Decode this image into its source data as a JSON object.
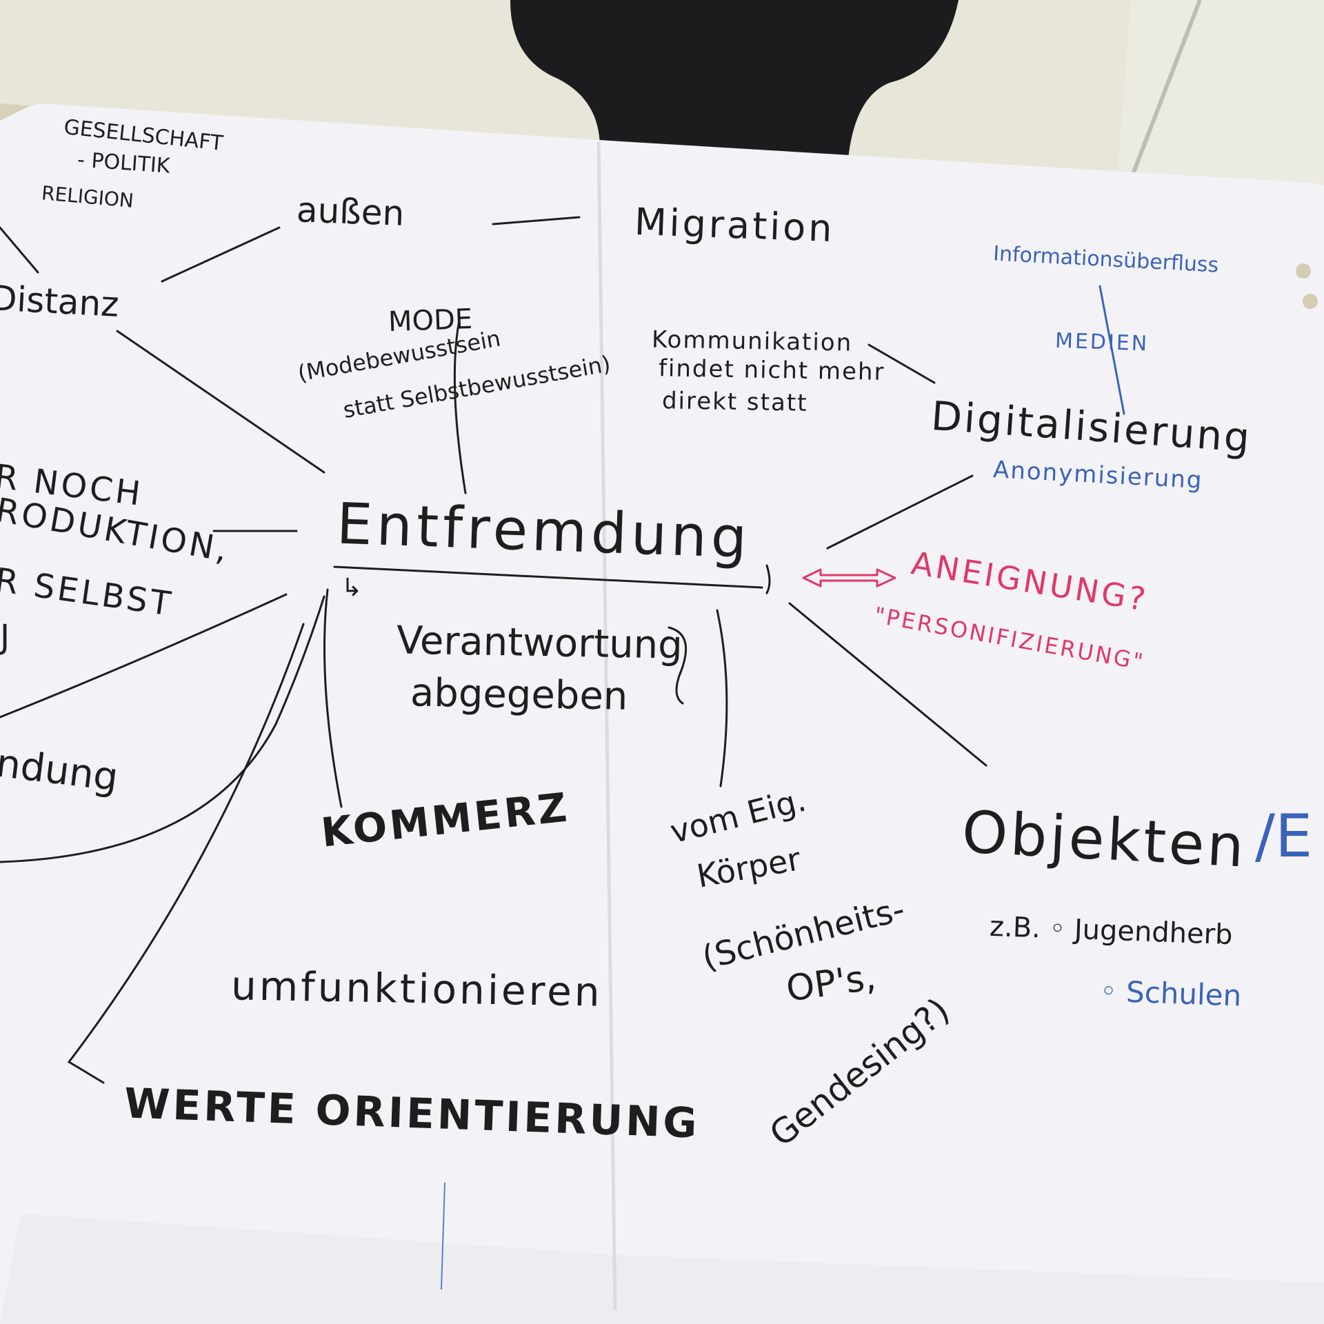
{
  "colors": {
    "ink": "#1e1e1e",
    "blue_marker": "#3a63b8",
    "red_marker": "#e0386a",
    "paper": "#f3f2f6",
    "table": "#d8cfb8"
  },
  "mindmap": {
    "center": "Entfremdung",
    "center_sub_arrow": "↳",
    "top_left": {
      "gesellschaft": "GESELLSCHAFT",
      "politik": "- POLITIK",
      "religion": "RELIGION",
      "aussen": "außen",
      "distanz": "Distanz"
    },
    "migration": "Migration",
    "mode": {
      "title": "MODE",
      "line1": "(Modebewusstsein",
      "line2": "statt Selbstbewusstsein)"
    },
    "kommunikation": {
      "line1": "Kommunikation",
      "line2": "findet nicht mehr",
      "line3": "direkt statt"
    },
    "medien": {
      "informationsueberfluss": "Informationsüberfluss",
      "medien": "MEDIEN"
    },
    "digitalisierung": "Digitalisierung",
    "anonymisierung": "Anonymisierung",
    "aneignung": "ANEIGNUNG?",
    "personifizierung": "\"PERSONIFIZIERUNG\"",
    "verantwortung": {
      "line1": "Verantwortung",
      "line2": "abgegeben"
    },
    "left_fragments": {
      "line1": "R NOCH",
      "line2": "RODUKTION,",
      "line3": "R SELBST",
      "line4": "J",
      "bottom": "ndung"
    },
    "kommerz": "KOMMERZ",
    "koerper": {
      "line1": "vom Eig.",
      "line2": "Körper",
      "line3": "(Schönheits-",
      "line4": "OP's,",
      "line5": "Gendesing?)"
    },
    "objekten": {
      "word": "Objekten",
      "slash_e": "/E",
      "zb": "z.B. ◦ Jugendherb",
      "schulen": "◦ Schulen"
    },
    "umfunktionieren": "umfunktionieren",
    "werte": "WERTE ORIENTIERUNG"
  }
}
